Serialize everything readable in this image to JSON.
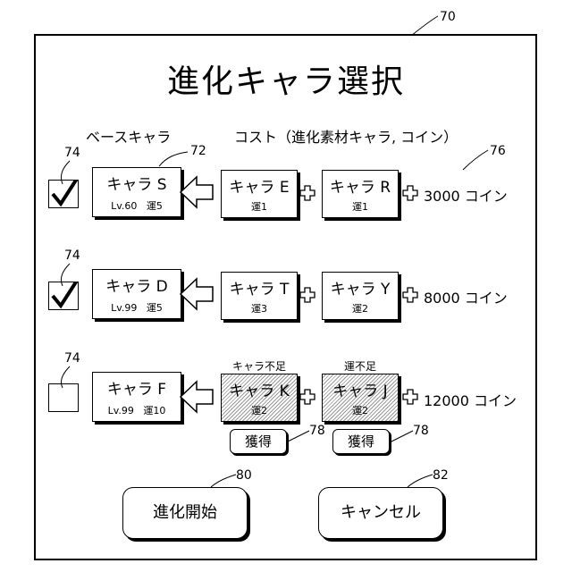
{
  "figure_number": "70",
  "title": "進化キャラ選択",
  "base_header": "ベースキャラ",
  "cost_header": "コスト（進化素材キャラ, コイン）",
  "labels": {
    "checkbox": "74",
    "base_card": "72",
    "cost_group": "76",
    "acquire_button": "78",
    "start_button": "80",
    "cancel_button": "82"
  },
  "rows": [
    {
      "checked": true,
      "base": {
        "name": "キャラ S",
        "level": "Lv.60",
        "luck": "運5"
      },
      "materials": [
        {
          "name": "キャラ E",
          "luck": "運1",
          "shortage": ""
        },
        {
          "name": "キャラ R",
          "luck": "運1",
          "shortage": ""
        }
      ],
      "coins": "3000 コイン"
    },
    {
      "checked": true,
      "base": {
        "name": "キャラ D",
        "level": "Lv.99",
        "luck": "運5"
      },
      "materials": [
        {
          "name": "キャラ T",
          "luck": "運3",
          "shortage": ""
        },
        {
          "name": "キャラ Y",
          "luck": "運2",
          "shortage": ""
        }
      ],
      "coins": "8000 コイン"
    },
    {
      "checked": false,
      "base": {
        "name": "キャラ F",
        "level": "Lv.99",
        "luck": "運10"
      },
      "materials": [
        {
          "name": "キャラ K",
          "luck": "運2",
          "shortage": "キャラ不足",
          "acquire": "獲得"
        },
        {
          "name": "キャラ J",
          "luck": "運2",
          "shortage": "運不足",
          "acquire": "獲得"
        }
      ],
      "coins": "12000 コイン"
    }
  ],
  "buttons": {
    "start": "進化開始",
    "cancel": "キャンセル"
  },
  "icons": {
    "check": "checkmark-icon",
    "arrow": "arrow-left-icon",
    "plus": "plus-icon"
  }
}
